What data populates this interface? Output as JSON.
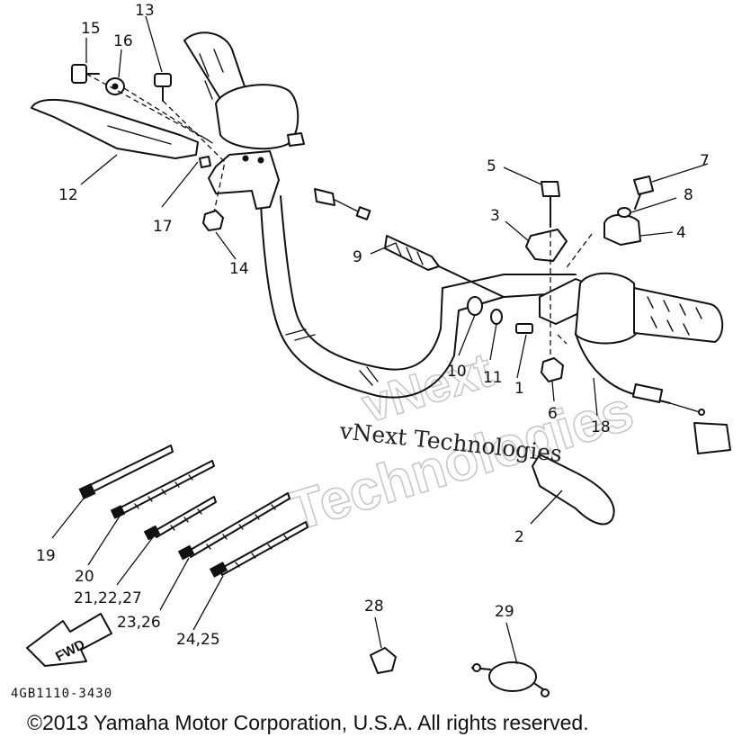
{
  "labels": {
    "p1": "1",
    "p2": "2",
    "p3": "3",
    "p4": "4",
    "p5": "5",
    "p6": "6",
    "p7": "7",
    "p8": "8",
    "p9": "9",
    "p10": "10",
    "p11": "11",
    "p12": "12",
    "p13": "13",
    "p14": "14",
    "p15": "15",
    "p16": "16",
    "p17": "17",
    "p18": "18",
    "p19": "19",
    "p20": "20",
    "p21": "21,22,27",
    "p23": "23,26",
    "p24": "24,25",
    "p28": "28",
    "p29": "29"
  },
  "fwd_label": "FWD",
  "diagram_code": "4GB1110-3430",
  "watermark": {
    "text": "vNext Technologies",
    "outline_word_1": "vNext",
    "outline_word_2": "Technologies"
  },
  "copyright": "©2013 Yamaha Motor Corporation, U.S.A. All rights reserved."
}
